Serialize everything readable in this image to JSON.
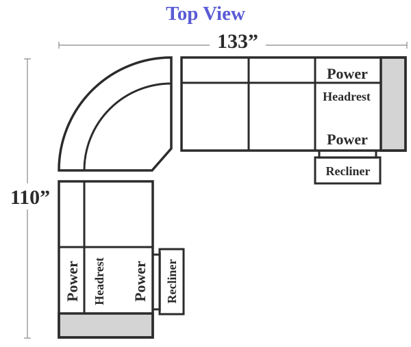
{
  "title": "Top View",
  "dimensions": {
    "width_label": "133”",
    "height_label": "110”"
  },
  "right_section": {
    "power_top": "Power",
    "headrest": "Headrest",
    "power_bottom": "Power",
    "recliner": "Recliner"
  },
  "left_section": {
    "power_1": "Power",
    "headrest": "Headrest",
    "power_2": "Power",
    "recliner": "Recliner"
  },
  "colors": {
    "title": "#5b5bd6",
    "outline": "#2b2b2b",
    "arm_fill": "#d4d4d4",
    "dimension_line": "#888888"
  }
}
